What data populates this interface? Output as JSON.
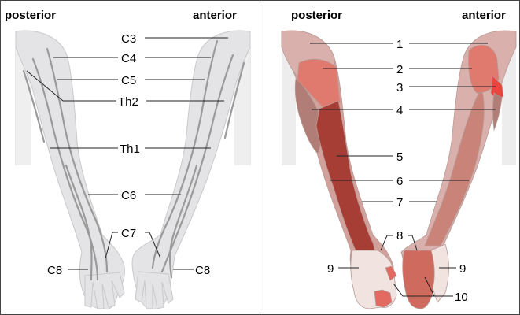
{
  "titles": {
    "left_posterior": "posterior",
    "left_anterior": "anterior",
    "right_posterior": "posterior",
    "right_anterior": "anterior"
  },
  "left_labels": [
    "C3",
    "C4",
    "C5",
    "Th2",
    "Th1",
    "C6",
    "C7",
    "C8",
    "C8"
  ],
  "right_labels": [
    "1",
    "2",
    "3",
    "4",
    "5",
    "6",
    "7",
    "8",
    "9",
    "9",
    "10"
  ],
  "colors": {
    "skin_gray": "#e4e4e6",
    "nerve_gray": "#9a9a9a",
    "region_1": "#d9b0ab",
    "region_2": "#e07a6e",
    "region_3": "#e8463f",
    "region_4": "#b07d77",
    "region_5": "#a73e35",
    "region_6": "#d3a19b",
    "region_7": "#c98379",
    "region_8": "#cf6a5f",
    "region_9": "#f1e3e0",
    "region_10": "#e36a61"
  }
}
